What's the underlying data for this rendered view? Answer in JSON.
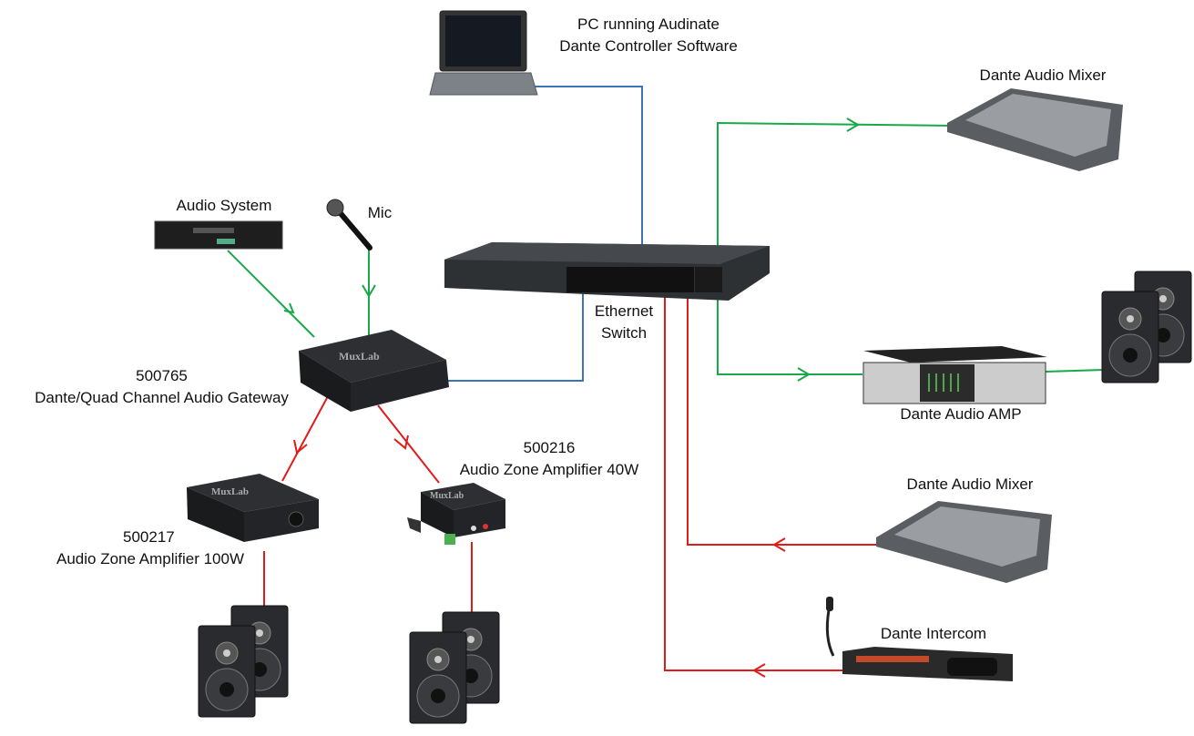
{
  "colors": {
    "ethernet": "#3c74b5",
    "input": "#19a84a",
    "output": "#e01b1b",
    "device": "#26292d"
  },
  "labels": {
    "pc_line1": "PC running Audinate",
    "pc_line2": "Dante Controller Software",
    "mixer_top": "Dante Audio Mixer",
    "audio_system": "Audio System",
    "mic": "Mic",
    "switch_line1": "Ethernet",
    "switch_line2": "Switch",
    "gateway_model": "500765",
    "gateway_name": "Dante/Quad Channel Audio Gateway",
    "amp40_model": "500216",
    "amp40_name": "Audio Zone Amplifier 40W",
    "amp100_model": "500217",
    "amp100_name": "Audio Zone Amplifier 100W",
    "amp": "Dante Audio AMP",
    "mixer_bottom": "Dante Audio Mixer",
    "intercom": "Dante Intercom"
  },
  "logos": {
    "device_brand": "MuxLab"
  }
}
